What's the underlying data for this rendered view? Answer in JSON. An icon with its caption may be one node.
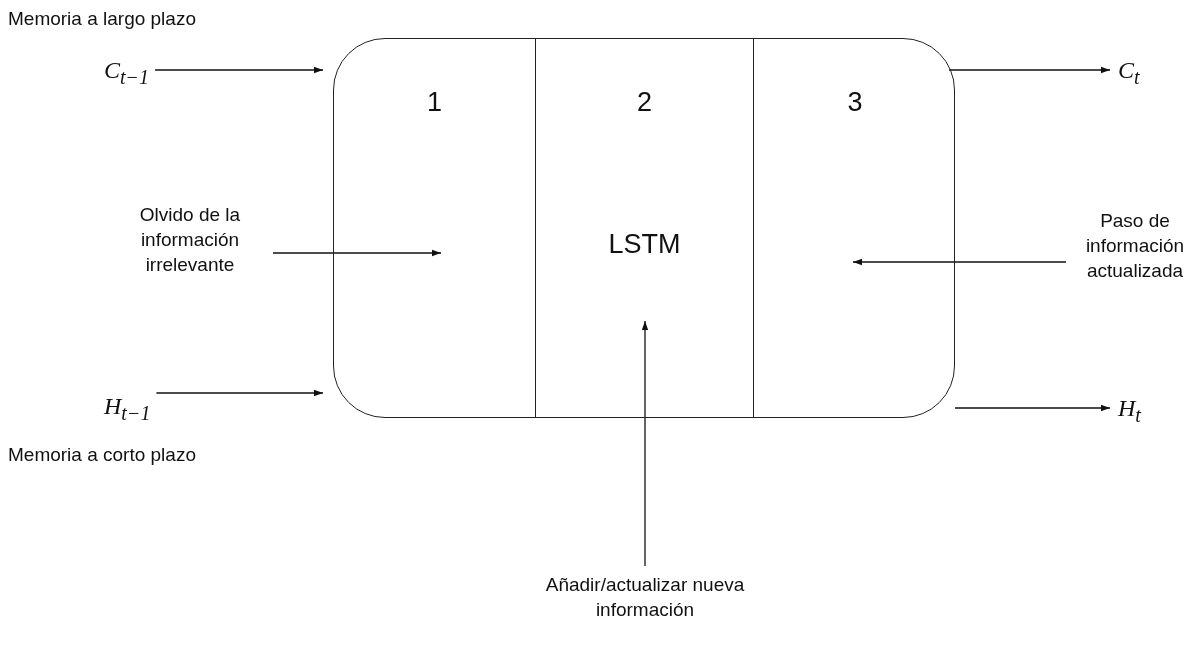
{
  "diagram": {
    "nodes": [
      {
        "text": [],
        "shape": "box"
      },
      {
        "text": [
          "1"
        ],
        "in": 0
      },
      {
        "text": [
          "2",
          "LSTM"
        ],
        "in": 0
      },
      {
        "text": [
          "3"
        ],
        "in": 0
      },
      {
        "text": [
          "C$_{t−1}$"
        ],
        "beside": [
          "Memoria a largo plazo"
        ]
      },
      {
        "text": [
          "H$_{t−1}$"
        ],
        "beside": [
          "Memoria a corto plazo"
        ]
      },
      {
        "text": [
          "C$_{t}$"
        ]
      },
      {
        "text": [
          "H$_{t}$"
        ]
      },
      {
        "text": [
          "Olvido de la información irrelevante"
        ]
      },
      {
        "text": [
          "Paso de información actualizada"
        ]
      },
      {
        "text": [
          "Añadir/actualizar nueva información"
        ]
      }
    ],
    "edges": [
      {
        "from": 4,
        "to": 0,
        "arrow": "to"
      },
      {
        "from": 5,
        "to": 0,
        "arrow": "to"
      },
      {
        "from": 0,
        "to": 6,
        "arrow": "to"
      },
      {
        "from": 0,
        "to": 7,
        "arrow": "to"
      },
      {
        "from": 8,
        "to": 1,
        "arrow": "to"
      },
      {
        "from": 9,
        "to": 3,
        "arrow": "to"
      },
      {
        "from": 10,
        "to": 2,
        "arrow": "to"
      }
    ]
  }
}
